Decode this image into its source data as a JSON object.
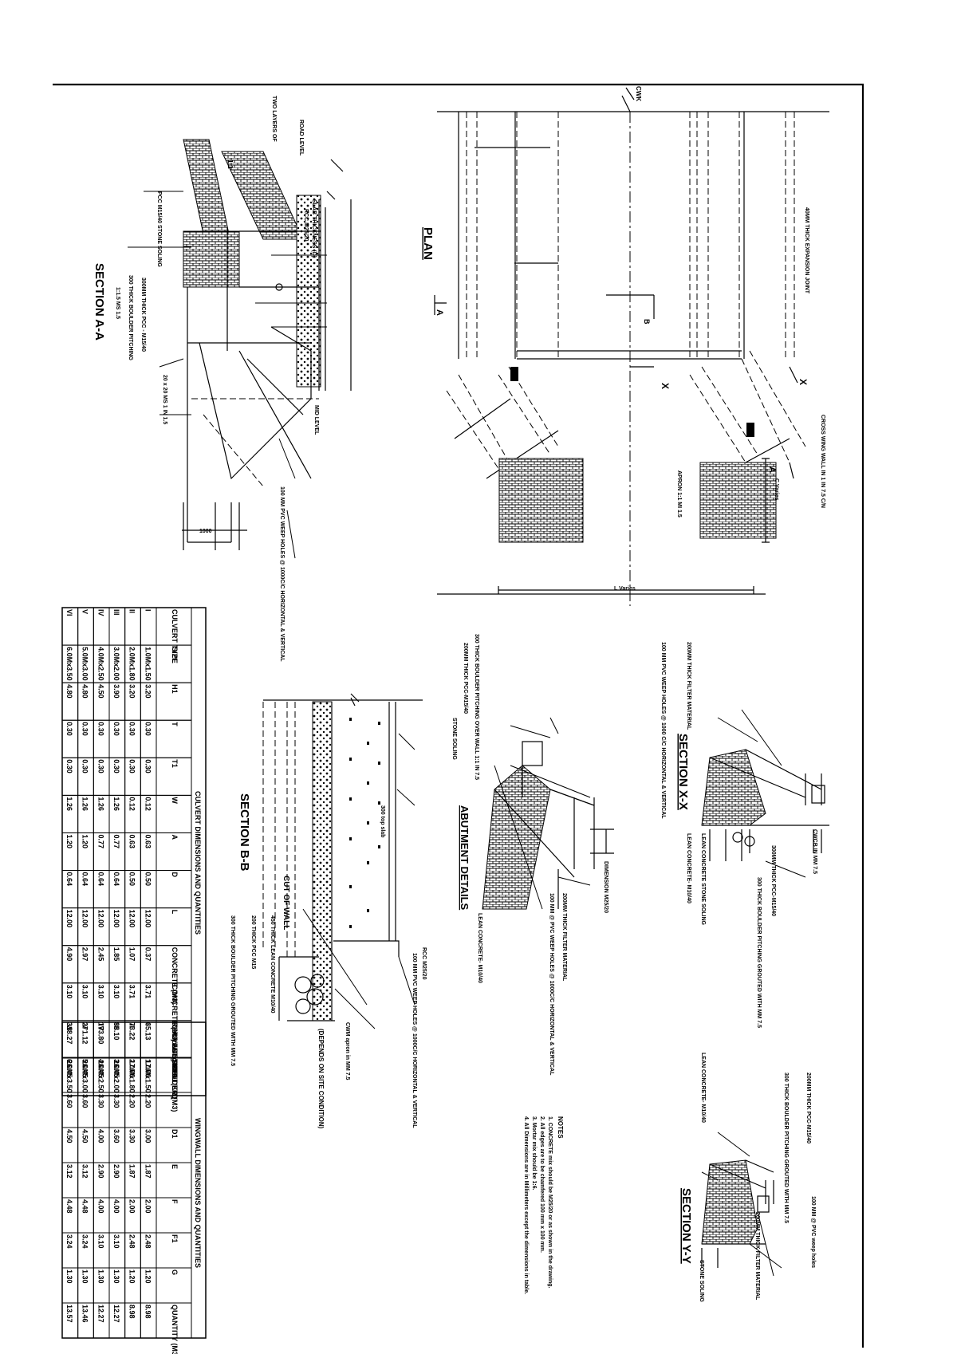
{
  "sheet": {
    "border_color": "#000000",
    "hatch_fill": "brick-masonry-pattern"
  },
  "titles": {
    "section_aa": "SECTION A-A",
    "plan": "PLAN",
    "section_bb": "SECTION B-B",
    "abutment_details": "ABUTMENT DETAILS",
    "section_xx": "SECTION X-X",
    "section_yy": "SECTION Y-Y"
  },
  "section_aa_labels": {
    "pcc_walls": "PCC M15/40 STONE SOLING",
    "boulder": "300 THICK BOULDER PITCHING",
    "road_level_top": "ROAD LEVEL",
    "two_layers": "TWO LAYERS OF",
    "slab_thickness": "SLAB THICKNESS (D)",
    "rcc_m25": "RCC M25/20",
    "pcc_thick": "300MM THICK PCC - M15/40",
    "ms_rod": "20 x 20 MS 1 IN 1.5",
    "ratio": "1:1.5 MS 1.5",
    "mid_level": "MID LEVEL",
    "weep_holes": "100 MM PVC WEEP HOLES @ 1000C/C HORIZONTAL & VERTICAL",
    "dims": "1000"
  },
  "plan_labels": {
    "expansion": "40MM THICK EXPANSION JOINT",
    "cwk": "CWK",
    "cross_wing": "CROSS WING WALL IN 1 IN 7.5 C/N",
    "l_varies": "L Varies",
    "c_varies": "C Varies",
    "apron": "APRON 1:1 MI 1.5",
    "marks": [
      "A",
      "B",
      "X",
      "X",
      "A"
    ]
  },
  "table1": {
    "title": "CULVERT DIMENSIONS AND QUANTITIES",
    "headers": [
      "CULVERT TYPE",
      "SIZE",
      "H1",
      "T",
      "T1",
      "W",
      "A",
      "D",
      "L",
      "CONCRETE (M3)",
      "CONCRETE (M3) ABUTMENT",
      "Reinforcing Steel (KG)",
      "BOULDER (M3)"
    ],
    "rows": [
      [
        "I",
        "1.0Mx1.50",
        "3.20",
        "0.30",
        "0.30",
        "0.12",
        "0.63",
        "0.50",
        "12.00",
        "0.37",
        "3.71",
        "65.13",
        "17.06"
      ],
      [
        "II",
        "2.0Mx1.80",
        "3.20",
        "0.30",
        "0.30",
        "0.12",
        "0.63",
        "0.50",
        "12.00",
        "1.07",
        "3.71",
        "73.22",
        "17.06"
      ],
      [
        "III",
        "3.0Mx2.00",
        "3.90",
        "0.30",
        "0.30",
        "1.26",
        "0.77",
        "0.64",
        "12.00",
        "1.85",
        "3.10",
        "88.10",
        "26.45"
      ],
      [
        "IV",
        "4.0Mx2.50",
        "4.50",
        "0.30",
        "0.30",
        "1.26",
        "0.77",
        "0.64",
        "12.00",
        "2.45",
        "3.10",
        "173.80",
        "26.45"
      ],
      [
        "V",
        "5.0Mx3.00",
        "4.80",
        "0.30",
        "0.30",
        "1.26",
        "1.20",
        "0.64",
        "12.00",
        "2.97",
        "3.10",
        "271.12",
        "26.45"
      ],
      [
        "VI",
        "6.0Mx3.50",
        "4.80",
        "0.30",
        "0.30",
        "1.26",
        "1.20",
        "0.64",
        "12.00",
        "4.90",
        "3.10",
        "318.27",
        "26.45"
      ]
    ]
  },
  "table2": {
    "title": "WINGWALL DIMENSIONS AND QUANTITIES",
    "headers": [
      "CULVERT TYPE",
      "SIZE",
      "D",
      "D1",
      "E",
      "F",
      "F1",
      "G",
      "QUANTITY (M3)"
    ],
    "rows": [
      [
        "I",
        "1.0Mx1.50",
        "2.20",
        "3.00",
        "1.87",
        "2.00",
        "2.48",
        "1.20",
        "8.98"
      ],
      [
        "II",
        "2.0Mx1.80",
        "2.20",
        "3.30",
        "1.87",
        "2.00",
        "2.48",
        "1.20",
        "8.98"
      ],
      [
        "III",
        "3.0Mx2.00",
        "3.30",
        "3.60",
        "2.90",
        "4.00",
        "3.10",
        "1.30",
        "12.27"
      ],
      [
        "IV",
        "4.0Mx2.50",
        "3.30",
        "4.00",
        "2.90",
        "4.00",
        "3.10",
        "1.30",
        "12.27"
      ],
      [
        "V",
        "5.0Mx3.00",
        "3.60",
        "4.50",
        "3.12",
        "4.48",
        "3.24",
        "1.30",
        "13.46"
      ],
      [
        "VI",
        "6.0Mx3.50",
        "3.60",
        "4.50",
        "3.12",
        "4.48",
        "3.24",
        "1.30",
        "13.57"
      ]
    ]
  },
  "section_bb_labels": {
    "cut_of_wall": "CUT OF WALL",
    "rcc": "RCC M25/20",
    "weep": "100 MM PVC WEEP HOLES @ 1000C/C HORIZONTAL & VERTICAL",
    "lean": "450 THICK LEAN CONCRETE M10/40",
    "pcc_m15": "200 THICK PCC M15",
    "boulder": "300 THICK BOULDER PITCHING GROUTED WITH MM 7.5",
    "top_slab": "300 top slab",
    "apron": "CWM apron in MM 7.5",
    "depending": "(DEPENDS ON SITE CONDITION)"
  },
  "abutment_labels": {
    "boulder_wall": "300 THICK BOULDER PITCHING OVER WALL 1:1 IN 7.5",
    "pcc": "200MM THICK PCC-M15/40",
    "stone_soling": "STONE SOLING",
    "lean": "LEAN CONCRETE- M10/40",
    "filter": "200MM THICK FILTER MATERIAL",
    "weep": "100 MM @ PVC WEEP HOLES @ 1000C/C HORIZONTAL & VERTICAL",
    "dimension": "DIMENSION M25/20"
  },
  "notes": {
    "heading": "NOTES",
    "items": [
      "1. CONCRETE mix should be M25/20 or as shown in the drawing.",
      "2. All edges are to be chamfered 100 mm x 100 mm.",
      "3. Mortar mix should be 1:6.",
      "4. All Dimensions are in Millimeters except the dimensions in table."
    ]
  },
  "section_xx_labels": {
    "weep": "100 MM PVC WEEP HOLES @ 1000 C/C HORIZONTAL & VERTICAL",
    "filter": "200MM THICK FILTER MATERIAL",
    "lean": "LEAN CONCRETE STONE SOLING",
    "lean2": "LEAN CONCRETE- M10/40",
    "pcc": "300MM THICK PCC-M15/40",
    "boulder": "300 THICK BOULDER PITCHING GROUTED WITH MM 7.5",
    "cwm": "CWCB IN MM 7.5"
  },
  "section_yy_labels": {
    "pcc": "200MM THICK PCC-M15/40",
    "boulder": "300 THICK BOULDER PITCHING GROUTED WITH MM 7.5",
    "lean": "LEAN CONCRETE- M10/40",
    "weep": "100 MM @ PVC weep holes",
    "filter": "200MM THICK FILTER MATERIAL",
    "stone": "STONE SOLING"
  }
}
